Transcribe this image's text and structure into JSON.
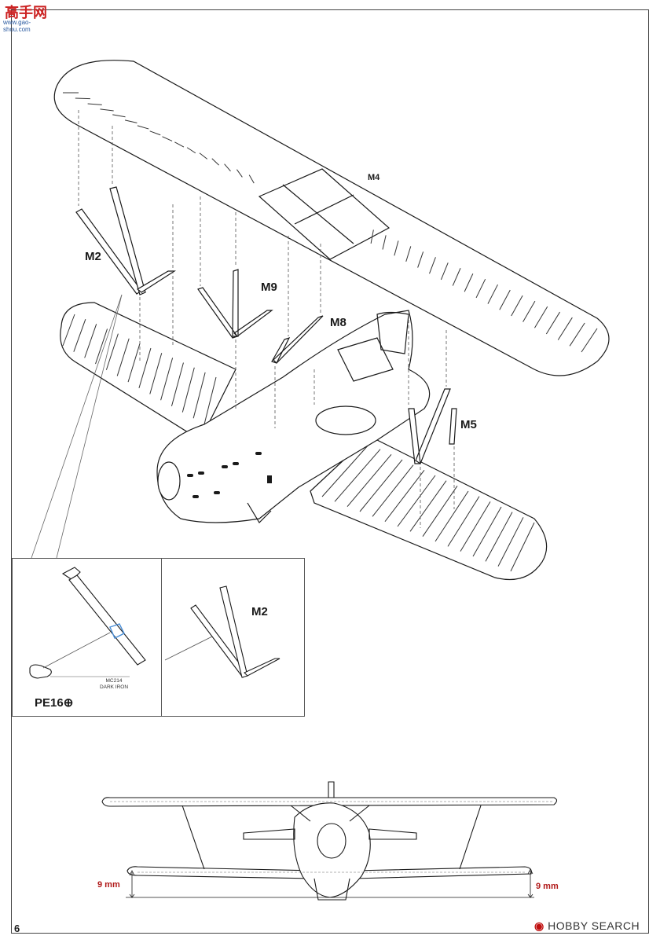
{
  "watermark": {
    "brand": "高手网",
    "domain": "www.gao-shou.com"
  },
  "page_number": "6",
  "labels": {
    "upper_wing": "M4",
    "strut_left": "M2",
    "strut_cabane_front": "M9",
    "strut_cabane_rear": "M8",
    "strut_right": "M5",
    "detail_strut": "M2",
    "detail_part": "PE16",
    "detail_part_symbol": "⊕"
  },
  "paint_note": {
    "code": "MC214",
    "name": "DARK IRON"
  },
  "dimensions": {
    "left": "9 mm",
    "right": "9 mm"
  },
  "footer_logo": {
    "brand": "HOBBY SEARCH",
    "accent": "#c01010"
  },
  "colors": {
    "ink": "#1a1a1a",
    "detail_blue": "#4a8fd8",
    "dimension_red": "#b01818"
  }
}
